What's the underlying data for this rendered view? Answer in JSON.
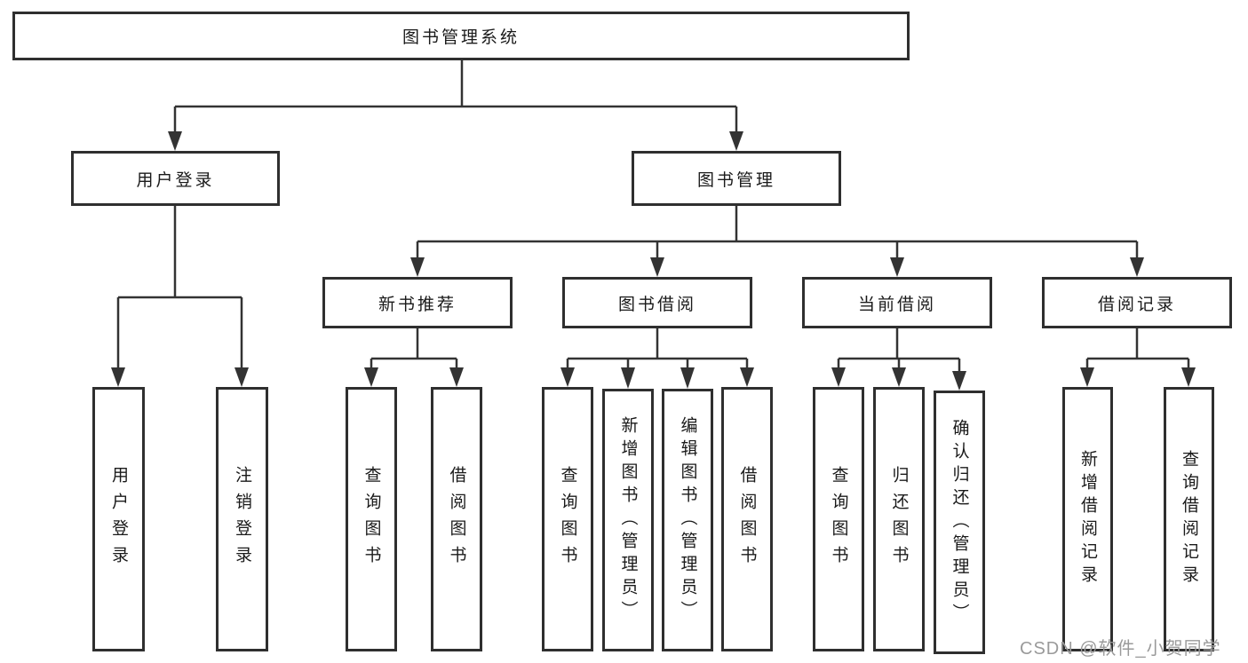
{
  "diagram": {
    "tree": {
      "label": "图书管理系统",
      "children": [
        {
          "label": "用户登录",
          "children": [
            {
              "label": "用户登录"
            },
            {
              "label": "注销登录"
            }
          ]
        },
        {
          "label": "图书管理",
          "children": [
            {
              "label": "新书推荐",
              "children": [
                {
                  "label": "查询图书"
                },
                {
                  "label": "借阅图书"
                }
              ]
            },
            {
              "label": "图书借阅",
              "children": [
                {
                  "label": "查询图书"
                },
                {
                  "label": "新增图书（管理员）"
                },
                {
                  "label": "编辑图书（管理员）"
                },
                {
                  "label": "借阅图书"
                }
              ]
            },
            {
              "label": "当前借阅",
              "children": [
                {
                  "label": "查询图书"
                },
                {
                  "label": "归还图书"
                },
                {
                  "label": "确认归还（管理员）"
                }
              ]
            },
            {
              "label": "借阅记录",
              "children": [
                {
                  "label": "新增借阅记录"
                },
                {
                  "label": "查询借阅记录"
                }
              ]
            }
          ]
        }
      ]
    }
  },
  "watermark": {
    "text": "CSDN @软件_小贺同学"
  },
  "colors": {
    "line": "#333333",
    "box_border": "#2f2f2f",
    "text": "#1a1a1a",
    "background": "#ffffff",
    "watermark": "#9a9a9a"
  }
}
